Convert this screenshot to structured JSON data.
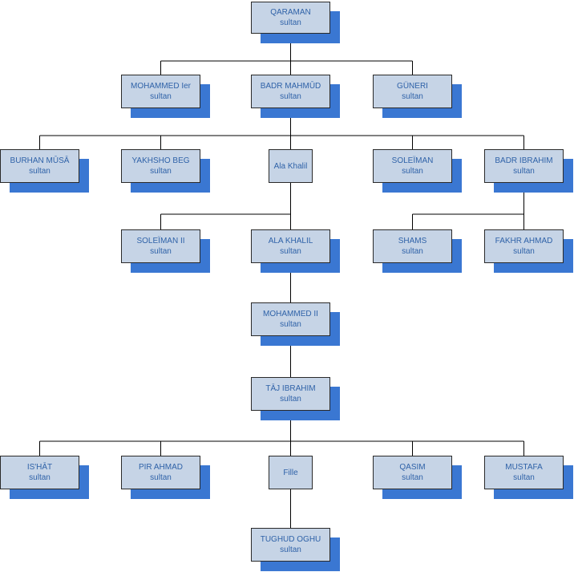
{
  "nodes": [
    {
      "id": "qaraman",
      "name": "QARAMAN",
      "title": "sultan"
    },
    {
      "id": "mohammed-ier",
      "name": "MOHAMMED Ier",
      "title": "sultan"
    },
    {
      "id": "badr-mahmud",
      "name": "BADR MAHMŪD",
      "title": "sultan"
    },
    {
      "id": "guneri",
      "name": "GÜNERI",
      "title": "sultan"
    },
    {
      "id": "burhan-musa",
      "name": "BURHAN MŪSĀ",
      "title": "sultan"
    },
    {
      "id": "yakhsho-beg",
      "name": "YAKHSHO BEG",
      "title": "sultan"
    },
    {
      "id": "ala-khalil-1",
      "name": "Ala Khalil",
      "title": ""
    },
    {
      "id": "soleiman",
      "name": "SOLEÏMAN",
      "title": "sultan"
    },
    {
      "id": "badr-ibrahim",
      "name": "BADR IBRAHIM",
      "title": "sultan"
    },
    {
      "id": "soleiman-ii",
      "name": "SOLEÏMAN II",
      "title": "sultan"
    },
    {
      "id": "ala-khalil-2",
      "name": "ALA KHALIL",
      "title": "sultan"
    },
    {
      "id": "shams",
      "name": "SHAMS",
      "title": "sultan"
    },
    {
      "id": "fakhr-ahmad",
      "name": "FAKHR AHMAD",
      "title": "sultan"
    },
    {
      "id": "mohammed-ii",
      "name": "MOHAMMED II",
      "title": "sultan"
    },
    {
      "id": "taj-ibrahim",
      "name": "TĀJ IBRAHIM",
      "title": "sultan"
    },
    {
      "id": "ishat",
      "name": "IS'HĀT",
      "title": "sultan"
    },
    {
      "id": "pir-ahmad",
      "name": "PIR AHMAD",
      "title": "sultan"
    },
    {
      "id": "fille",
      "name": "Fille",
      "title": ""
    },
    {
      "id": "qasim",
      "name": "QASIM",
      "title": "sultan"
    },
    {
      "id": "mustafa",
      "name": "MUSTAFA",
      "title": "sultan"
    },
    {
      "id": "tughud-oghu",
      "name": "TUGHUD OGHU",
      "title": "sultan"
    }
  ],
  "edges": [
    [
      "qaraman",
      "mohammed-ier"
    ],
    [
      "qaraman",
      "badr-mahmud"
    ],
    [
      "qaraman",
      "guneri"
    ],
    [
      "badr-mahmud",
      "burhan-musa"
    ],
    [
      "badr-mahmud",
      "yakhsho-beg"
    ],
    [
      "badr-mahmud",
      "ala-khalil-1"
    ],
    [
      "badr-mahmud",
      "soleiman"
    ],
    [
      "badr-mahmud",
      "badr-ibrahim"
    ],
    [
      "ala-khalil-1",
      "soleiman-ii"
    ],
    [
      "ala-khalil-1",
      "ala-khalil-2"
    ],
    [
      "badr-ibrahim",
      "shams"
    ],
    [
      "badr-ibrahim",
      "fakhr-ahmad"
    ],
    [
      "ala-khalil-2",
      "mohammed-ii"
    ],
    [
      "mohammed-ii",
      "taj-ibrahim"
    ],
    [
      "taj-ibrahim",
      "ishat"
    ],
    [
      "taj-ibrahim",
      "pir-ahmad"
    ],
    [
      "taj-ibrahim",
      "fille"
    ],
    [
      "taj-ibrahim",
      "qasim"
    ],
    [
      "taj-ibrahim",
      "mustafa"
    ],
    [
      "fille",
      "tughud-oghu"
    ]
  ]
}
